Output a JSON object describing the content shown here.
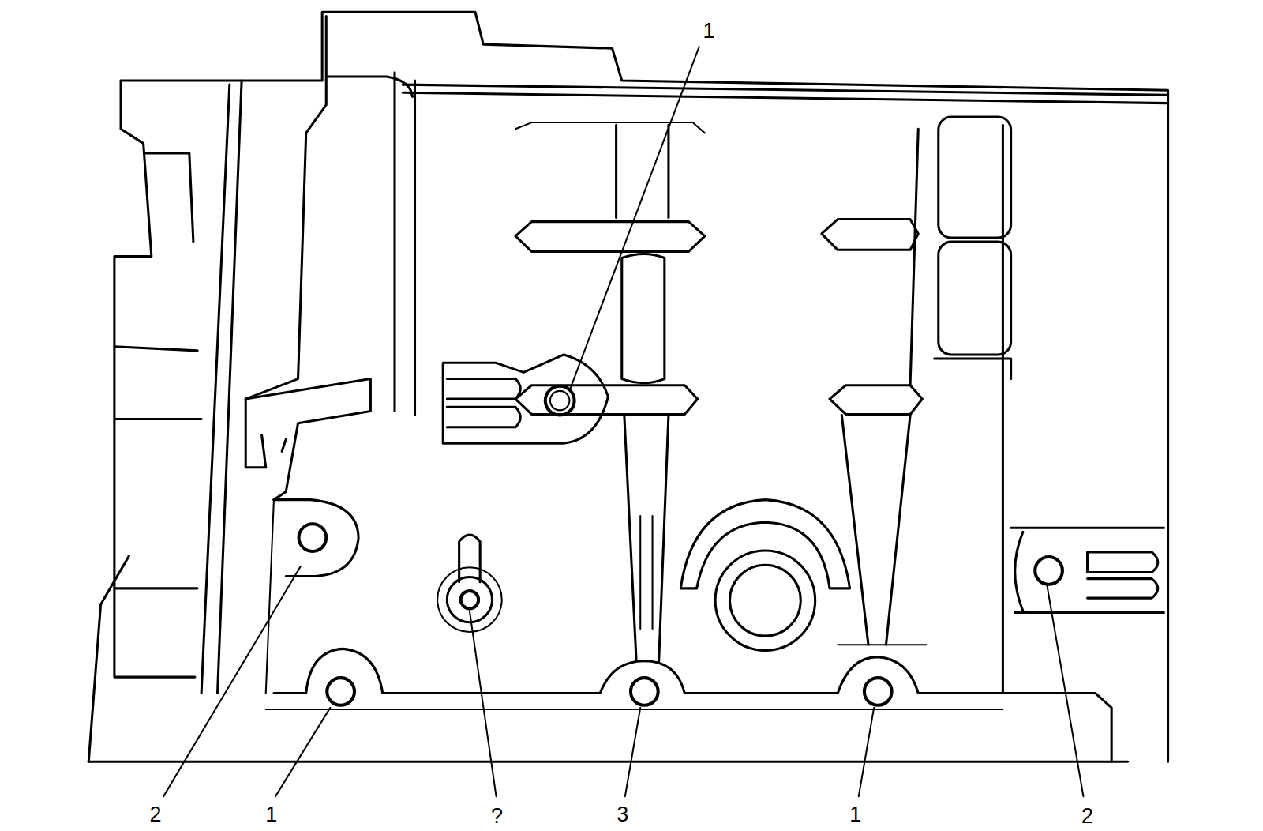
{
  "diagram": {
    "labels": [
      "1",
      "2",
      "1",
      "?",
      "3",
      "1",
      "2"
    ]
  }
}
